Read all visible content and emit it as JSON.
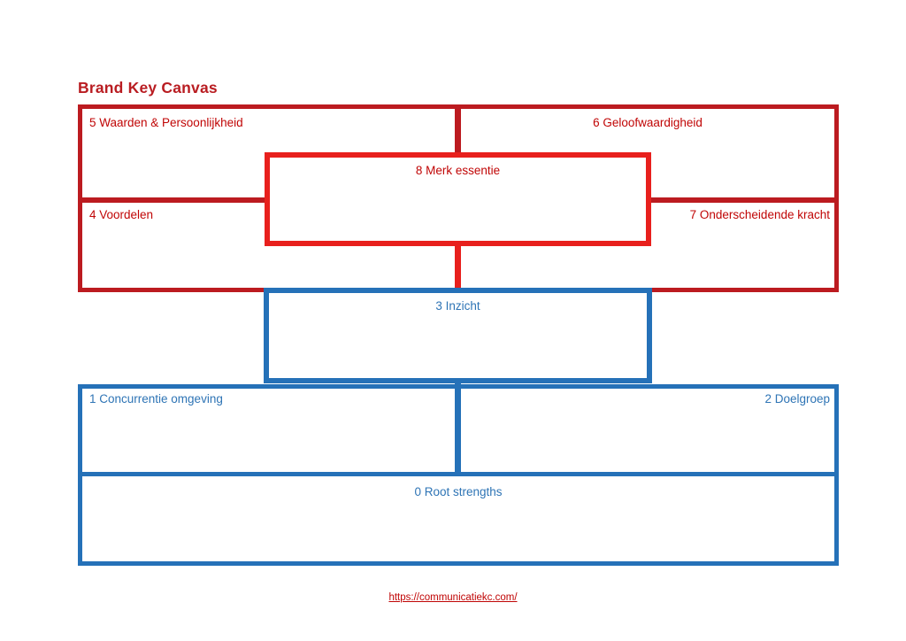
{
  "page": {
    "title": "Brand Key Canvas",
    "footer_link": "https://communicatiekc.com/"
  },
  "colors": {
    "red_border_outer": "#bc1b20",
    "red_border_inner": "#e8201d",
    "red_text": "#c00505",
    "blue_border": "#2571b8",
    "blue_text": "#2e74b5",
    "background": "#ffffff"
  },
  "boxes": {
    "values_personality": {
      "number": 5,
      "label": "5 Waarden & Persoonlijkheid"
    },
    "credibility": {
      "number": 6,
      "label": "6 Geloofwaardigheid"
    },
    "brand_essence": {
      "number": 8,
      "label": "8 Merk essentie"
    },
    "benefits": {
      "number": 4,
      "label": "4 Voordelen"
    },
    "distinctive_power": {
      "number": 7,
      "label": "7 Onderscheidende kracht"
    },
    "insight": {
      "number": 3,
      "label": "3 Inzicht"
    },
    "competitive_environment": {
      "number": 1,
      "label": "1 Concurrentie omgeving"
    },
    "target_group": {
      "number": 2,
      "label": "2 Doelgroep"
    },
    "root_strengths": {
      "number": 0,
      "label": "0 Root strengths"
    }
  }
}
